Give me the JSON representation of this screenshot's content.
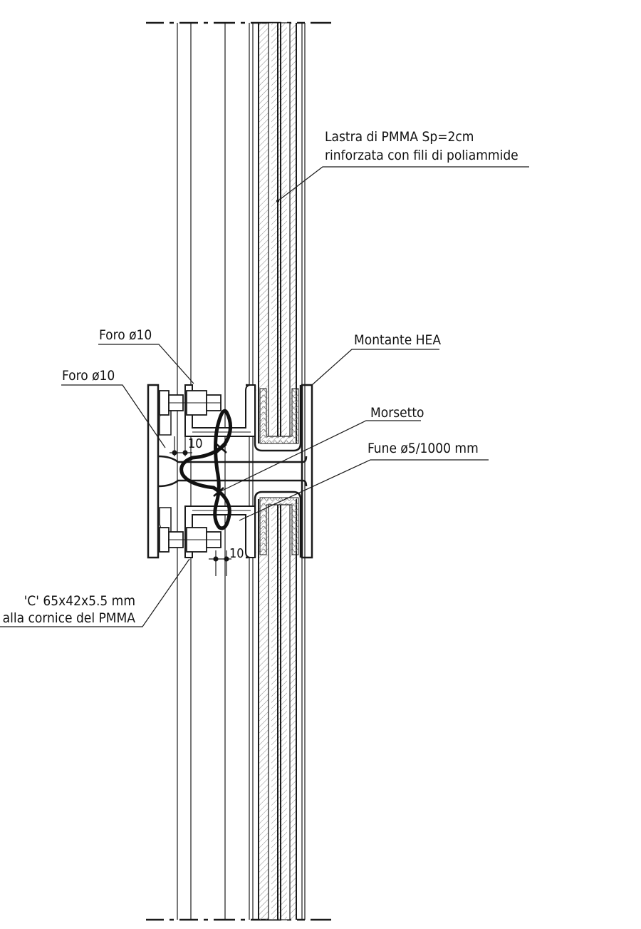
{
  "colors": {
    "line": "#1a1a1a",
    "background": "#ffffff",
    "hatch": "#8a8a8a"
  },
  "labels": {
    "lastra_line1": "Lastra di PMMA Sp=2cm",
    "lastra_line2": "rinforzata con fili di poliammide",
    "foro_upper": "Foro ø10",
    "foro_lower": "Foro ø10",
    "montante": "Montante HEA",
    "morsetto": "Morsetto",
    "fune": "Fune ø5/1000 mm",
    "profilo_line1": "'C' 65x42x5.5 mm",
    "profilo_line2": "alla cornice del PMMA"
  },
  "dimensions": {
    "dim_upper": "10",
    "dim_lower": "10"
  }
}
